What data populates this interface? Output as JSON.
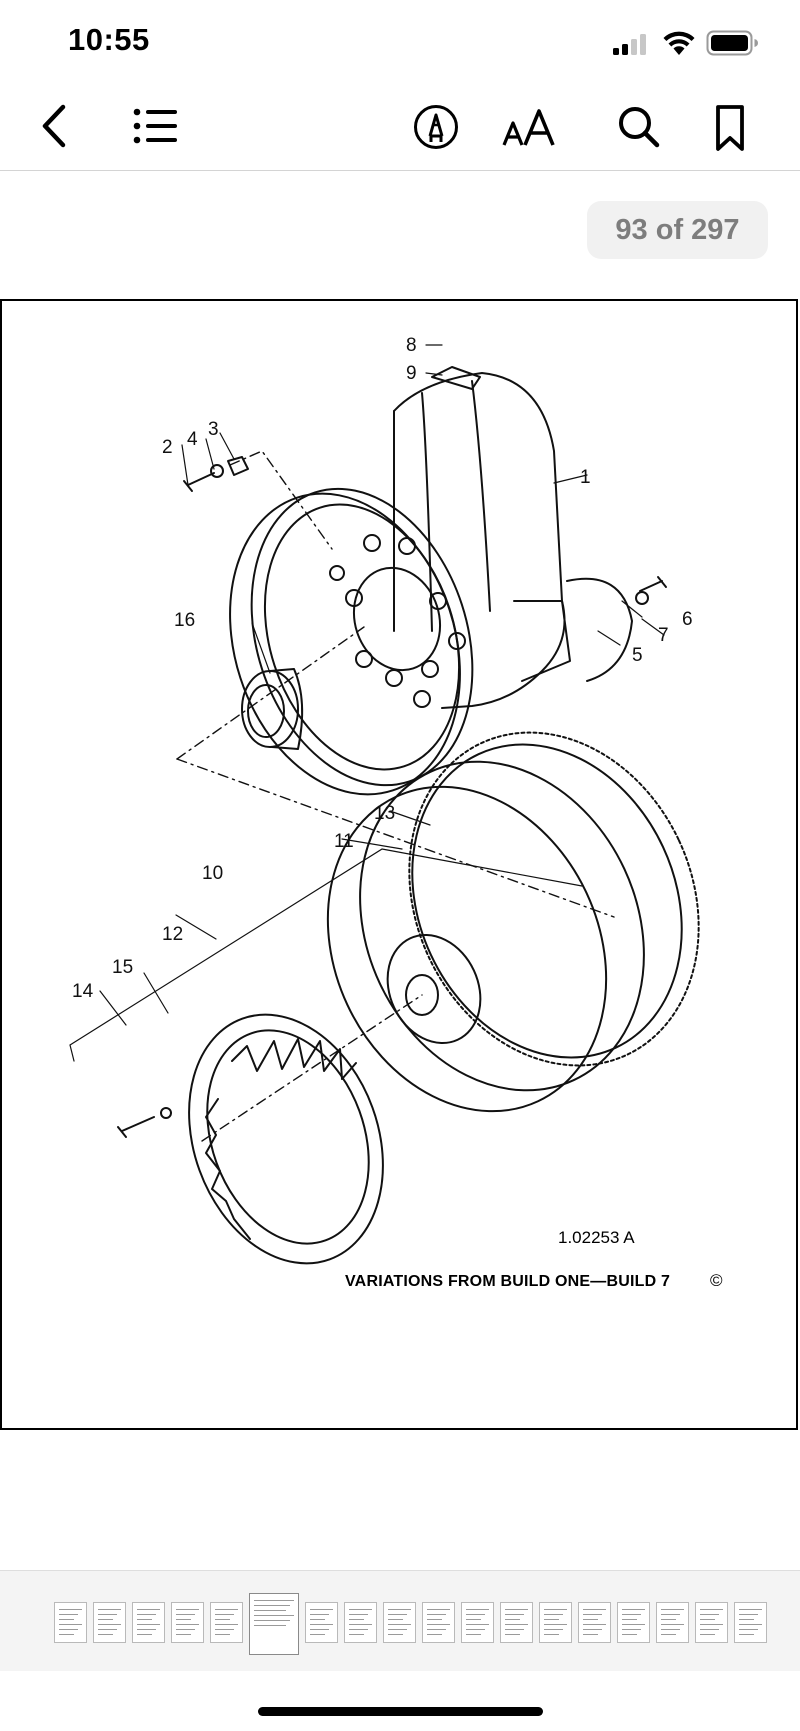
{
  "status_bar": {
    "time": "10:55",
    "icons": [
      "cellular-signal-icon",
      "wifi-icon",
      "battery-icon"
    ]
  },
  "toolbar": {
    "icons": [
      "back-chevron-icon",
      "table-of-contents-icon",
      "markup-pen-icon",
      "text-size-icon",
      "search-icon",
      "bookmark-icon"
    ],
    "text_size_label": "AA"
  },
  "page_counter": "93 of 297",
  "document": {
    "callouts": [
      "1",
      "2",
      "3",
      "4",
      "5",
      "6",
      "7",
      "8",
      "9",
      "10",
      "11",
      "12",
      "13",
      "14",
      "15",
      "16"
    ],
    "figure_number": "1.02253 A",
    "caption": "VARIATIONS FROM BUILD ONE—BUILD 7",
    "copyright": "©"
  },
  "thumbnails": {
    "count": 18,
    "current_index": 5
  }
}
